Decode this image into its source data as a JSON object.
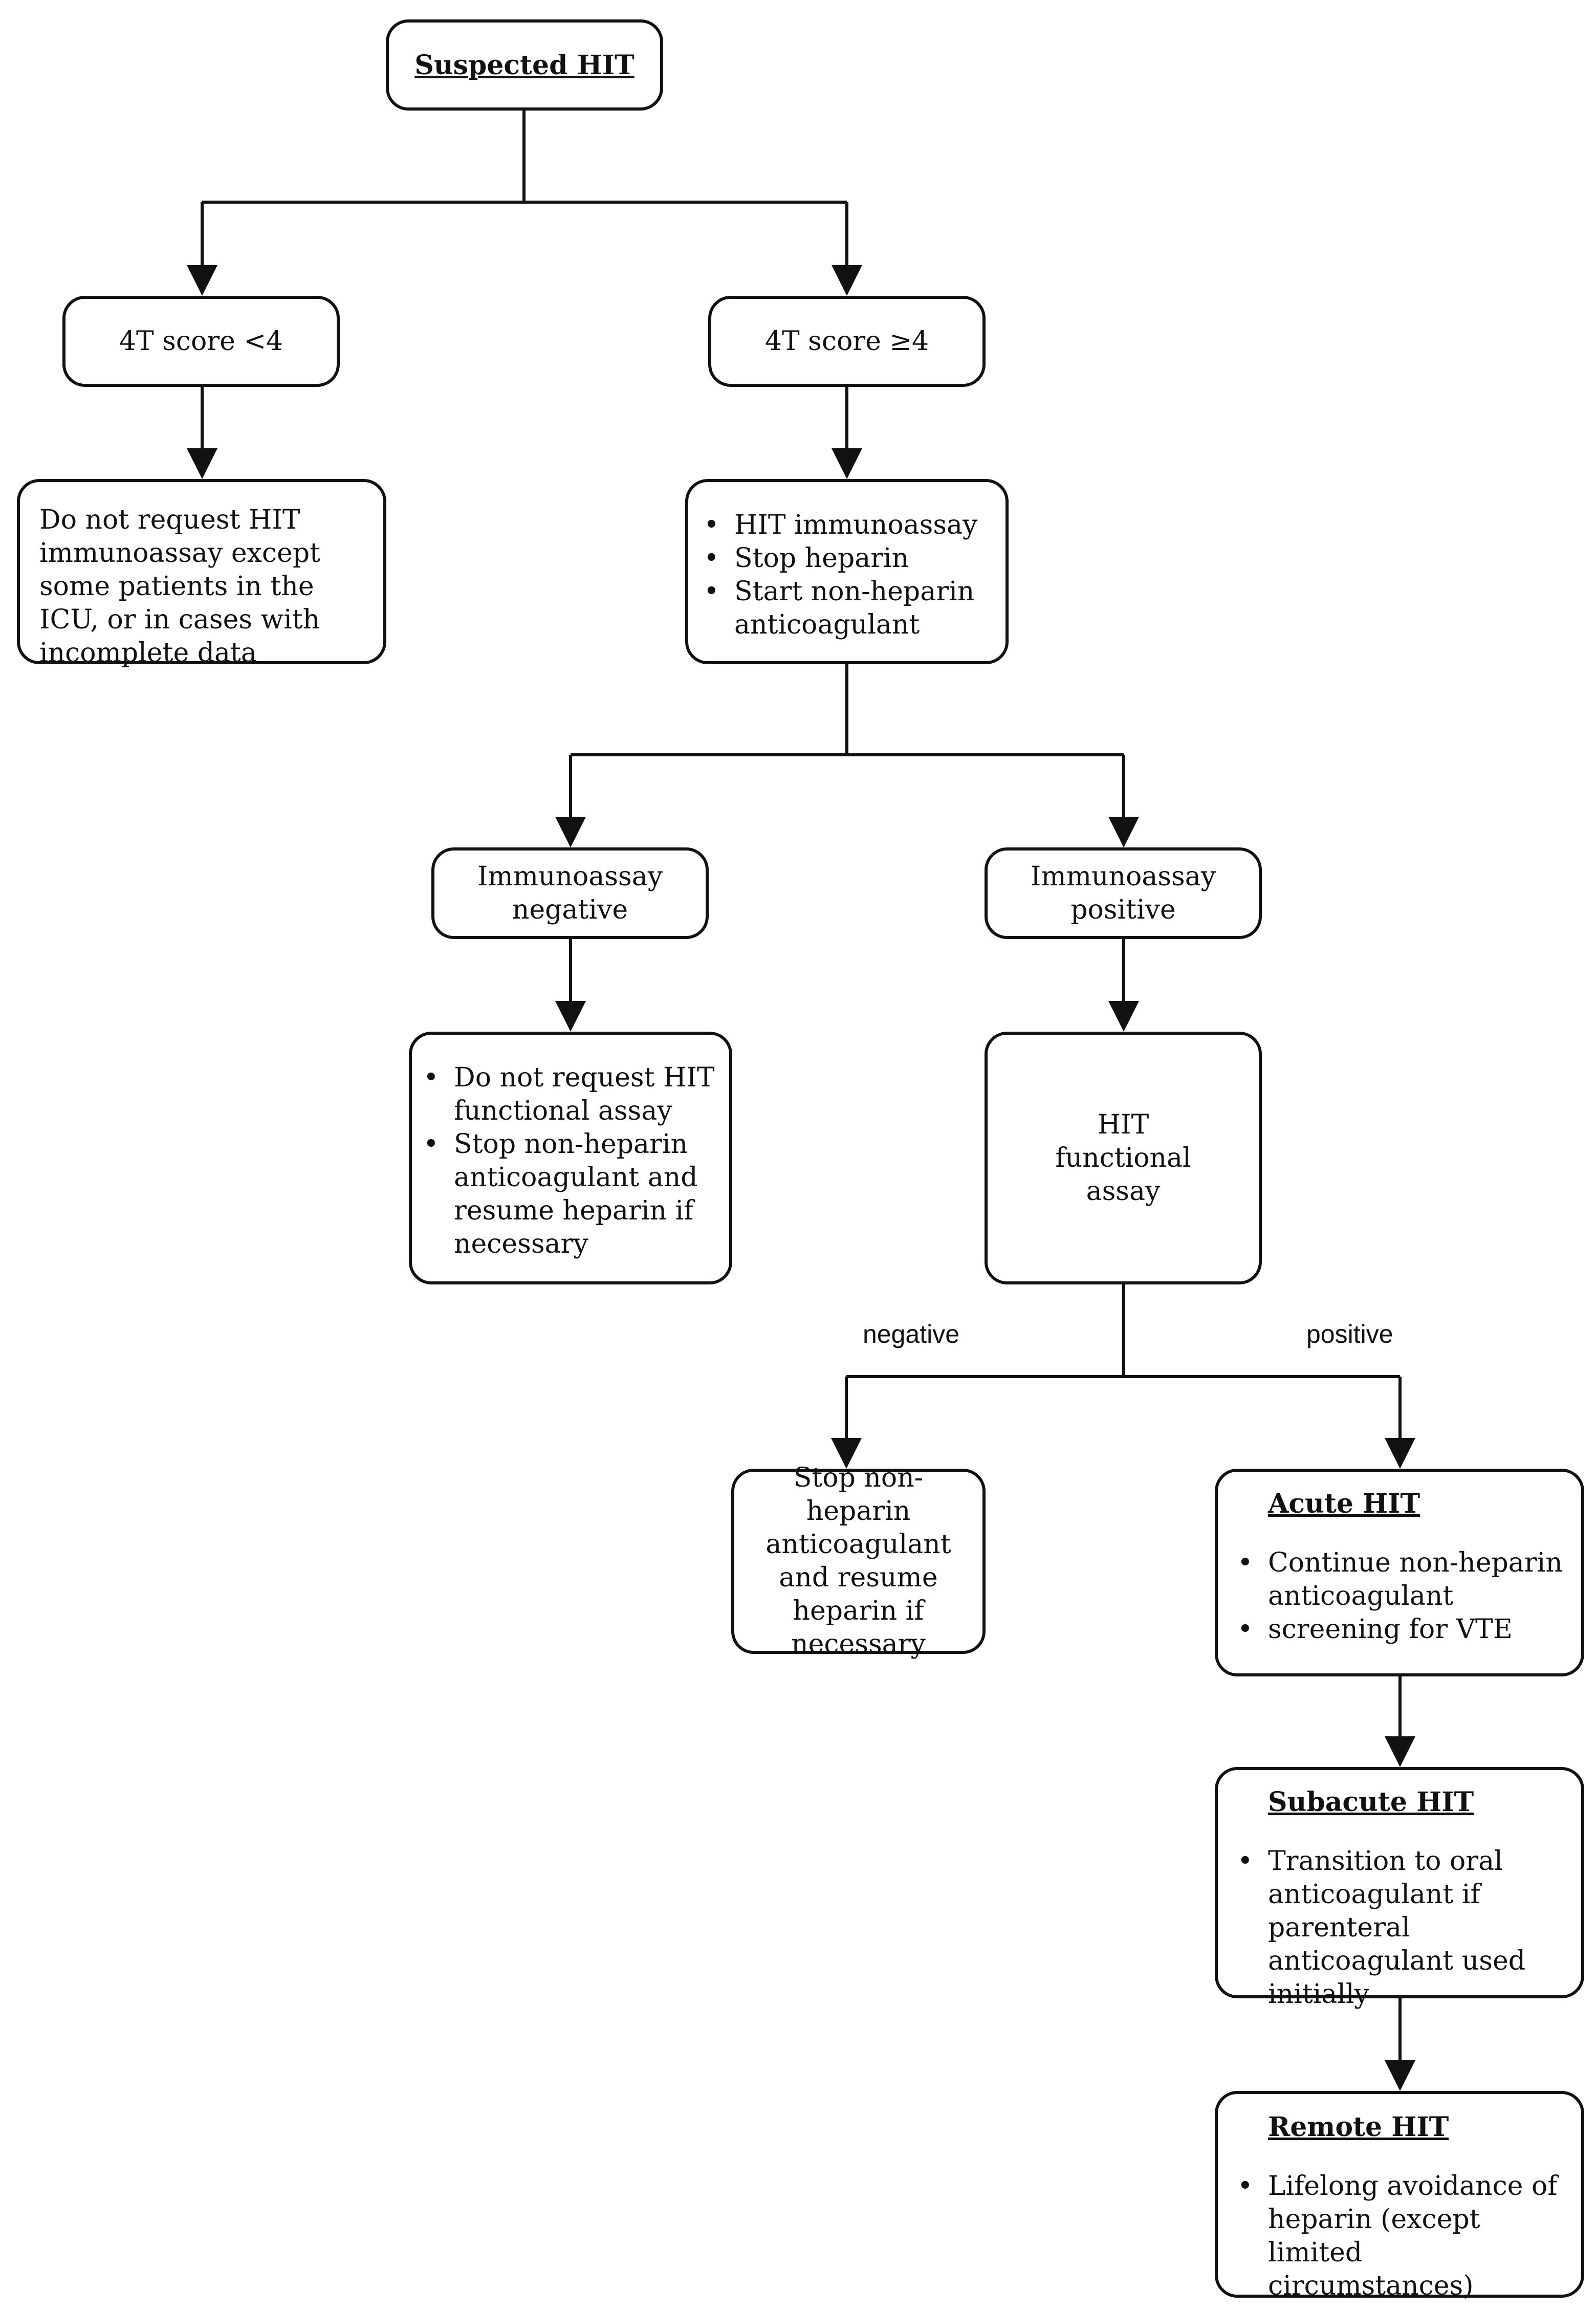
{
  "root": {
    "label": "Suspected HIT"
  },
  "score_low": {
    "label": "4T score <4",
    "action": "Do not request HIT immunoassay except some patients in the ICU, or in cases with incomplete data"
  },
  "score_high": {
    "label": "4T score ≥4",
    "actions": [
      "HIT immunoassay",
      "Stop heparin",
      "Start non-heparin anticoagulant"
    ]
  },
  "immuno_negative": {
    "label": "Immunoassay negative",
    "actions": [
      "Do not request HIT functional assay",
      "Stop non-heparin anticoagulant and resume heparin if necessary"
    ]
  },
  "immuno_positive": {
    "label": "Immunoassay positive"
  },
  "functional_assay": {
    "label": "HIT functional assay"
  },
  "edge_labels": {
    "negative": "negative",
    "positive": "positive"
  },
  "functional_negative": {
    "action": "Stop non-heparin anticoagulant and resume heparin if necessary"
  },
  "acute": {
    "title": "Acute HIT",
    "actions": [
      "Continue non-heparin anticoagulant",
      "screening for VTE"
    ]
  },
  "subacute": {
    "title": "Subacute HIT",
    "actions": [
      "Transition to oral anticoagulant if parenteral anticoagulant used initially"
    ]
  },
  "remote": {
    "title": "Remote HIT",
    "actions": [
      "Lifelong avoidance of heparin (except limited circumstances)"
    ]
  }
}
